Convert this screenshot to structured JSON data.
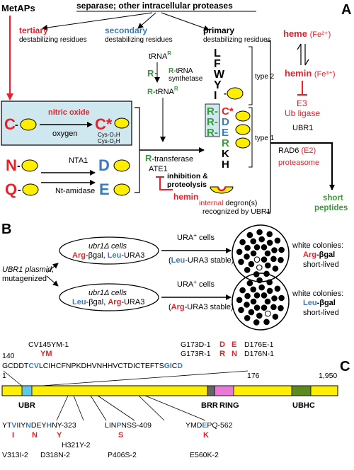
{
  "panel_a": {
    "letter": "A",
    "metaps": "MetAPs",
    "header": "separase; other intracellular proteases",
    "tertiary": "tertiary",
    "tertiary_sub": "destabilizing residues",
    "secondary": "secondary",
    "secondary_sub": "destabilizing residues",
    "primary": "primary",
    "primary_sub": "destabilizing residues",
    "cys": "C",
    "cys_star": "C*",
    "nitric_oxide": "nitric oxide",
    "oxygen": "oxygen",
    "cys_o3h": "Cys-O₃H",
    "cys_o2h": "Cys-O₂H",
    "asn": "N",
    "gln": "Q",
    "asp": "D",
    "glu": "E",
    "nta1": "NTA1",
    "nt_amidase": "Nt-amidase",
    "trna_r": "tRNA",
    "trna_sup": "R",
    "r_label": "R",
    "r_trna_synth": "R-tRNA",
    "synthetase": "synthetase",
    "r_trna": "R-tRNA",
    "r_transferase": "R-transferase",
    "ate1": "ATE1",
    "inhibition": "inhibition &",
    "proteolysis": "proteolysis",
    "hemin_bottom": "hemin",
    "type2_residues": [
      "L",
      "F",
      "W",
      "Y",
      "I"
    ],
    "type1_r": [
      "R",
      "R",
      "R"
    ],
    "type1_right": [
      "C*",
      "D",
      "E",
      "R",
      "K",
      "H"
    ],
    "type2": "type 2",
    "type1": "type 1",
    "internal_degron": "internal",
    "degron_rest": "degron(s)",
    "recognized": "recognized by UBR1",
    "heme": "heme",
    "heme_ox": "(Fe²⁺)",
    "hemin": "hemin",
    "hemin_ox": "(Fe³⁺)",
    "e3": "E3",
    "ub_ligase": "Ub ligase",
    "ubr1": "UBR1",
    "rad6": "RAD6",
    "e2": "(E2)",
    "proteasome": "proteasome",
    "short_peptides_1": "short",
    "short_peptides_2": "peptides"
  },
  "panel_b": {
    "letter": "B",
    "plasmid_1": "UBR1 plasmid,",
    "plasmid_2": "mutagenized",
    "cells_1": "ubr1Δ cells",
    "reporters_1_a": "Arg",
    "reporters_1_b": "-βgal, ",
    "reporters_1_c": "Leu",
    "reporters_1_d": "-URA3",
    "ura_1_a": "URA",
    "ura_sup": "+",
    "ura_1_b": " cells",
    "ura_1_c": "Leu",
    "ura_1_d": "-URA3 stable",
    "white_1": "white colonies:",
    "white_1_a": "Arg",
    "white_1_b": "-βgal",
    "short_lived_1": "short-lived",
    "cells_2": "ubr1Δ cells",
    "reporters_2_a": "Leu",
    "reporters_2_b": "-βgal, ",
    "reporters_2_c": "Arg",
    "reporters_2_d": "-URA3",
    "ura_2_c": "Arg",
    "ura_2_d": "-URA3 stable",
    "white_2": "white colonies:",
    "white_2_a": "Leu",
    "white_2_b": "-βgal",
    "short_lived_2": "short-lived"
  },
  "panel_c": {
    "letter": "C",
    "pos_140": "140",
    "pos_176": "176",
    "pos_1": "1",
    "pos_1950": "1,950",
    "mut_cv": "CV145YM-1",
    "mut_ym": "YM",
    "mut_g173d": "G173D-1",
    "mut_g173r": "G173R-1",
    "mut_d176e": "D176E-1",
    "mut_d176n": "D176N-1",
    "mut_d": "D",
    "mut_r": "R",
    "mut_e": "E",
    "mut_n": "N",
    "seq_a": "GCDDT",
    "seq_cv": "CV",
    "seq_b": "LCIHCFNPKDHVNHHVCTDICTEFTS",
    "seq_g": "G",
    "seq_i": "I",
    "seq_c": "C",
    "seq_d": "D",
    "domains": {
      "ubr": "UBR",
      "brr": "BRR",
      "ring": "RING",
      "ubhc": "UBHC"
    },
    "mut1_a": "YT",
    "mut1_v": "V",
    "mut1_b": "IIY",
    "mut1_n": "N",
    "mut1_c": "DEY",
    "mut1_h": "H",
    "mut1_d": "NY-323",
    "mut1_sub_i": "I",
    "mut1_sub_n": "N",
    "mut1_sub_y": "Y",
    "mut2_a": "LIN",
    "mut2_p": "P",
    "mut2_b": "NSS-409",
    "mut2_sub_s": "S",
    "mut3_a": "YMD",
    "mut3_e": "E",
    "mut3_b": "PQ-562",
    "mut3_sub_k": "K",
    "lbl_v313i": "V313I-2",
    "lbl_d318n": "D318N-2",
    "lbl_h321y": "H321Y-2",
    "lbl_p406s": "P406S-2",
    "lbl_e560k": "E560K-2"
  },
  "colors": {
    "red": "#e8202a",
    "blue": "#3a7bbf",
    "green": "#3a9b3a",
    "yellow": "#ffee00",
    "box": "#cfe8f0",
    "ubr": "#5fc8e8",
    "ring": "#e879d6",
    "brr": "#666666",
    "ubhc": "#5d8a1e"
  }
}
